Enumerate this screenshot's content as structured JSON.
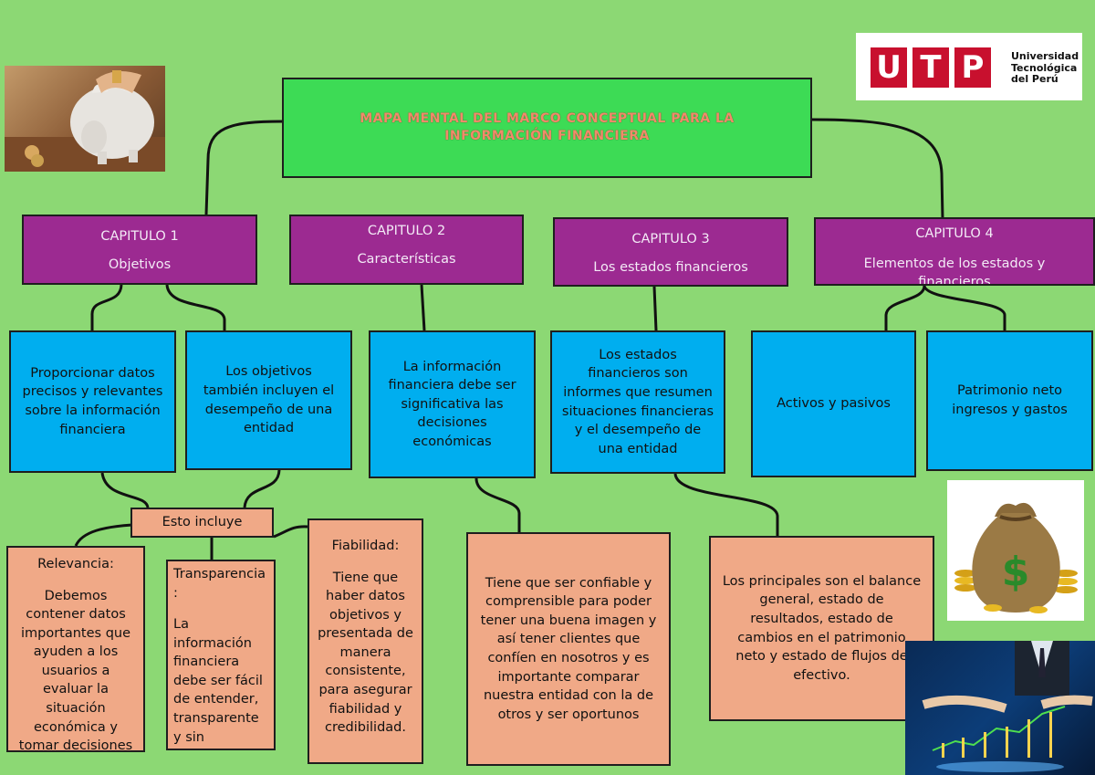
{
  "title": "MAPA MENTAL DEL MARCO CONCEPTUAL PARA LA INFORMACIÓN FINANCIERA",
  "logo": {
    "letters": "UTP",
    "text1": "Universidad",
    "text2": "Tecnológica",
    "text3": "del Perú"
  },
  "chapters": [
    {
      "label": "CAPITULO 1",
      "subtitle": "Objetivos"
    },
    {
      "label": "CAPITULO 2",
      "subtitle": "Características"
    },
    {
      "label": "CAPITULO 3",
      "subtitle": "Los estados financieros"
    },
    {
      "label": "CAPITULO 4",
      "subtitle": "Elementos de los estados y financieros"
    }
  ],
  "details": {
    "d1": "Proporcionar datos precisos y relevantes sobre la información financiera",
    "d2": "Los objetivos también incluyen el desempeño de una entidad",
    "d3": "La información financiera debe ser significativa las decisiones económicas",
    "d4": "Los estados financieros son informes que resumen situaciones financieras y el desempeño de una entidad",
    "d5": "Activos y pasivos",
    "d6": "Patrimonio neto ingresos y gastos"
  },
  "includes": "Esto incluye",
  "relevancia": {
    "head": "Relevancia:",
    "body": "Debemos contener datos importantes que ayuden a los usuarios a evaluar la situación económica y tomar decisiones"
  },
  "transparencia": {
    "head": "Transparencia :",
    "body": "La información financiera debe ser fácil de entender, transparente y sin confusiones"
  },
  "fiabilidad": {
    "head": "Fiabilidad:",
    "body": "Tiene que haber datos objetivos y presentada de manera consistente, para asegurar fiabilidad y credibilidad."
  },
  "confiable": "Tiene que ser confiable y comprensible para poder tener una buena imagen y así tener clientes que confíen en nosotros y es importante comparar nuestra entidad con la de otros y ser oportunos",
  "principales": "Los principales son el balance general, estado de resultados, estado de cambios en el patrimonio neto y estado de flujos de efectivo.",
  "colors": {
    "background": "#8cd874",
    "title": "#3ddb55",
    "chapter": "#9c2a91",
    "detail": "#00aeef",
    "note": "#f0a987"
  }
}
